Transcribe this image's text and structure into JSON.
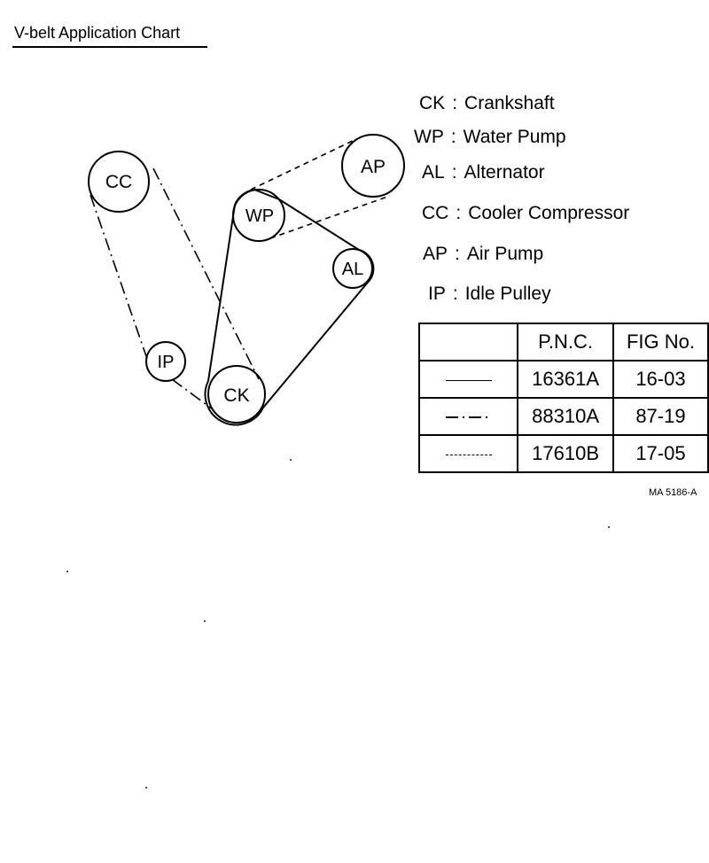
{
  "title": "V-belt Application Chart",
  "pulleys": {
    "cc": "CC",
    "wp": "WP",
    "ap": "AP",
    "al": "AL",
    "ip": "IP",
    "ck": "CK"
  },
  "legend": [
    {
      "abbr": "CK",
      "name": "Crankshaft"
    },
    {
      "abbr": "WP",
      "name": "Water Pump"
    },
    {
      "abbr": "AL",
      "name": "Alternator"
    },
    {
      "abbr": "CC",
      "name": "Cooler Compressor"
    },
    {
      "abbr": "AP",
      "name": "Air Pump"
    },
    {
      "abbr": "IP",
      "name": "Idle Pulley"
    }
  ],
  "table": {
    "headers": [
      "",
      "P.N.C.",
      "FIG No."
    ],
    "rows": [
      {
        "line_style": "solid",
        "pnc": "16361A",
        "fig": "16-03"
      },
      {
        "line_style": "dash-dot",
        "pnc": "88310A",
        "fig": "87-19"
      },
      {
        "line_style": "dashed",
        "pnc": "17610B",
        "fig": "17-05"
      }
    ]
  },
  "reference": "MA 5186-A"
}
